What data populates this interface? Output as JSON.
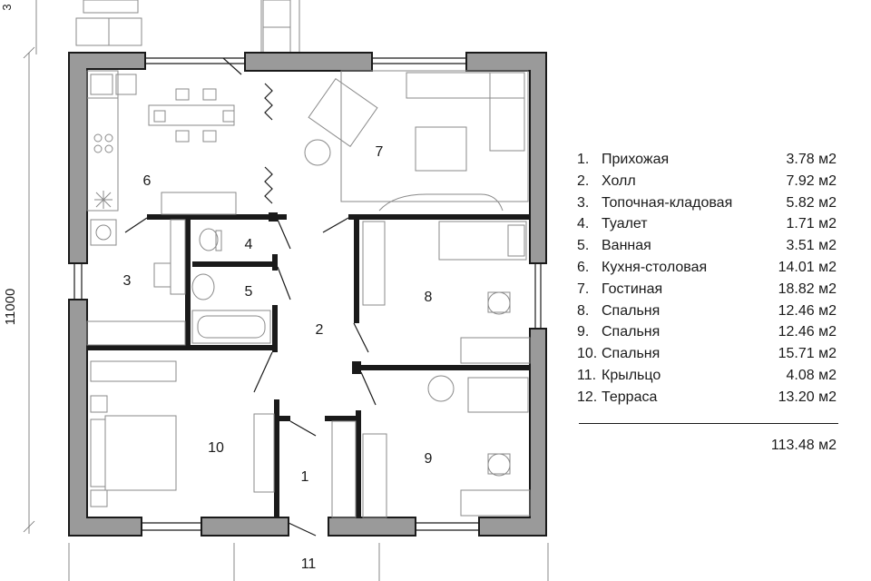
{
  "dimensions": {
    "side_length": "11000",
    "top_partial": "3"
  },
  "rooms": [
    {
      "id": 1,
      "label": "1"
    },
    {
      "id": 2,
      "label": "2"
    },
    {
      "id": 3,
      "label": "3"
    },
    {
      "id": 4,
      "label": "4"
    },
    {
      "id": 5,
      "label": "5"
    },
    {
      "id": 6,
      "label": "6"
    },
    {
      "id": 7,
      "label": "7"
    },
    {
      "id": 8,
      "label": "8"
    },
    {
      "id": 9,
      "label": "9"
    },
    {
      "id": 10,
      "label": "10"
    },
    {
      "id": 11,
      "label": "11"
    }
  ],
  "legend": {
    "items": [
      {
        "num": "1.",
        "name": "Прихожая",
        "area": "3.78 м2"
      },
      {
        "num": "2.",
        "name": "Холл",
        "area": "7.92 м2"
      },
      {
        "num": "3.",
        "name": "Топочная-кладовая",
        "area": "5.82 м2"
      },
      {
        "num": "4.",
        "name": "Туалет",
        "area": "1.71 м2"
      },
      {
        "num": "5.",
        "name": "Ванная",
        "area": "3.51 м2"
      },
      {
        "num": "6.",
        "name": "Кухня-столовая",
        "area": "14.01 м2"
      },
      {
        "num": "7.",
        "name": "Гостиная",
        "area": "18.82 м2"
      },
      {
        "num": "8.",
        "name": "Спальня",
        "area": "12.46 м2"
      },
      {
        "num": "9.",
        "name": "Спальня",
        "area": "12.46 м2"
      },
      {
        "num": "10.",
        "name": "Спальня",
        "area": "15.71 м2"
      },
      {
        "num": "11.",
        "name": "Крыльцо",
        "area": "4.08 м2"
      },
      {
        "num": "12.",
        "name": "Терраса",
        "area": "13.20 м2"
      }
    ],
    "total": "113.48 м2"
  }
}
